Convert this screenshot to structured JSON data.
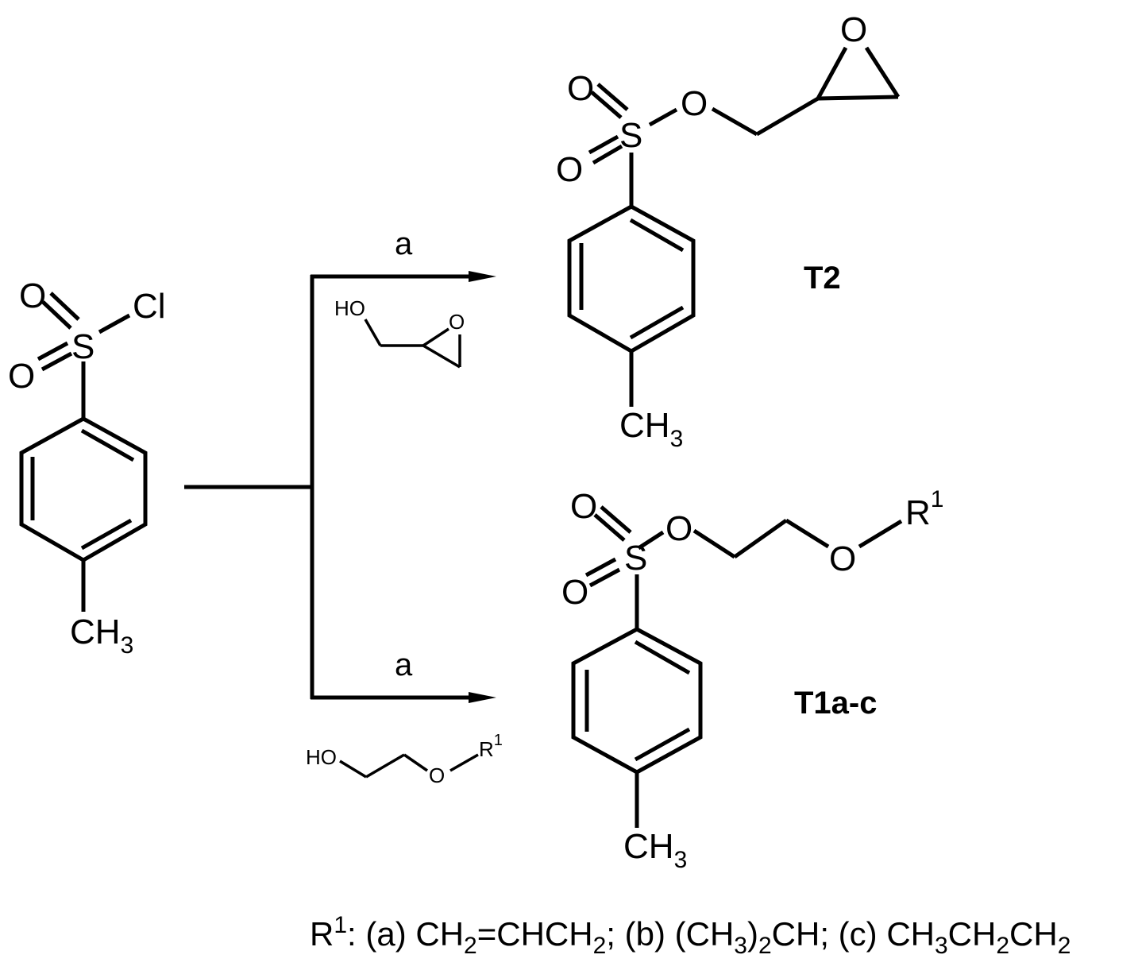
{
  "scheme": {
    "reactant": {
      "name": "p-toluenesulfonyl chloride",
      "atoms": {
        "sulfur": "S",
        "oxygen_top": "O",
        "oxygen_bottom": "O",
        "chlorine": "Cl",
        "methyl": "CH",
        "methyl_sub": "3"
      }
    },
    "upper_path": {
      "condition_label": "a",
      "reagent": {
        "hydroxyl": "HO",
        "epoxide_oxygen": "O"
      }
    },
    "lower_path": {
      "condition_label": "a",
      "reagent": {
        "hydroxyl": "HO",
        "ether_oxygen": "O",
        "r_group": "R",
        "r_group_sup": "1"
      }
    },
    "product_t2": {
      "label": "T2",
      "atoms": {
        "sulfur": "S",
        "oxygen_top": "O",
        "oxygen_bottom": "O",
        "ester_oxygen": "O",
        "epoxide_oxygen": "O",
        "methyl": "CH",
        "methyl_sub": "3"
      }
    },
    "product_t1": {
      "label": "T1a-c",
      "atoms": {
        "sulfur": "S",
        "oxygen_top": "O",
        "oxygen_bottom": "O",
        "ester_oxygen": "O",
        "ether_oxygen": "O",
        "r_group": "R",
        "r_group_sup": "1",
        "methyl": "CH",
        "methyl_sub": "3"
      }
    },
    "legend": {
      "prefix": "R",
      "prefix_sup": "1",
      "colon": ": ",
      "items": [
        {
          "tag": "(a) ",
          "parts": [
            "CH",
            "2",
            "=CHCH",
            "2",
            ";"
          ]
        },
        {
          "tag": " (b) ",
          "parts": [
            "(CH",
            "3",
            ")",
            "2",
            "CH;"
          ]
        },
        {
          "tag": " (c) ",
          "parts": [
            "CH",
            "3",
            "CH",
            "2",
            "CH",
            "2"
          ]
        }
      ]
    }
  }
}
